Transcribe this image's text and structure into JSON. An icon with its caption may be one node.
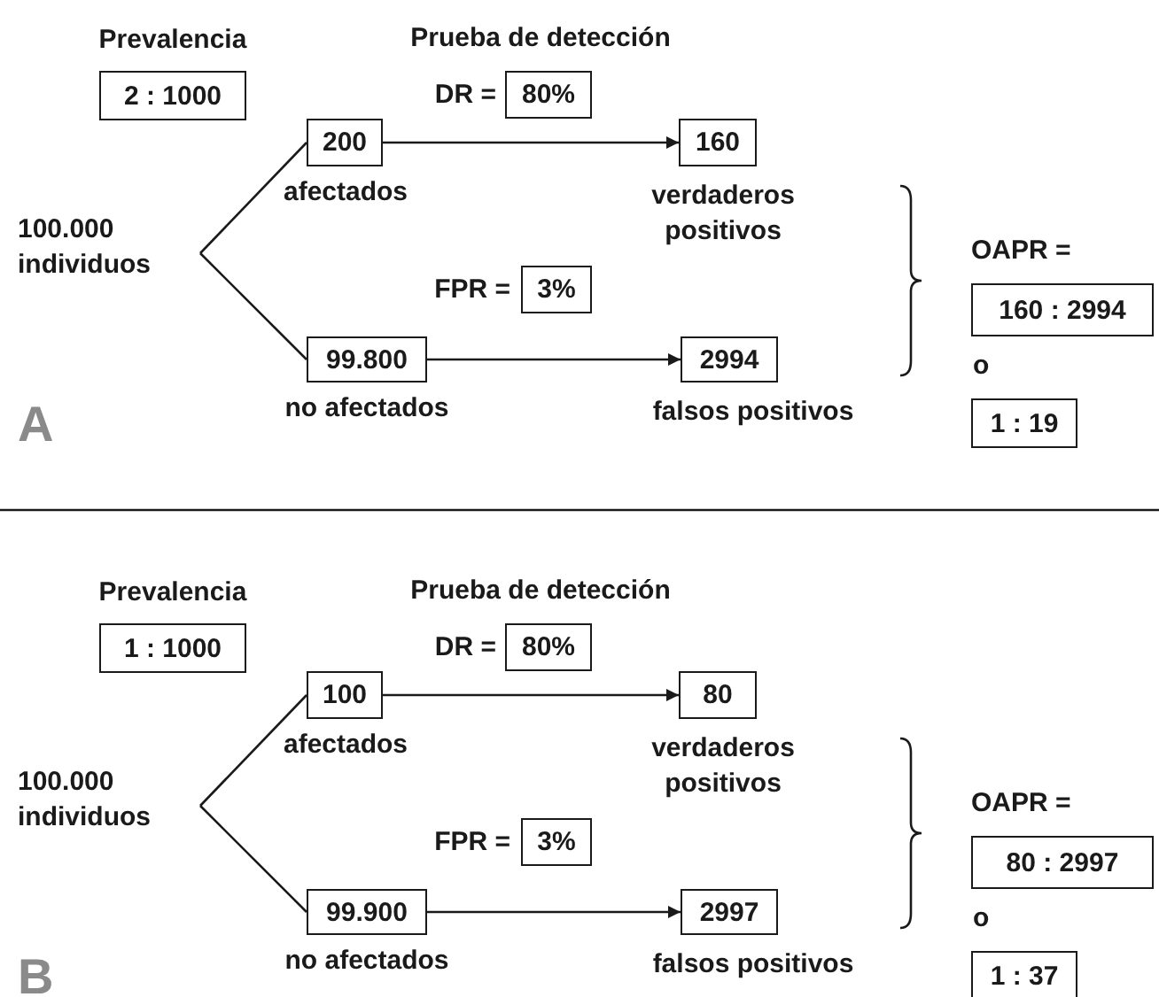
{
  "diagram": {
    "nodes": [
      {
        "text": [
          "Prevalencia",
          "2 : 1000"
        ]
      },
      {
        "text": [
          "80%"
        ],
        "beside": [
          "DR ="
        ]
      },
      {
        "text": [
          "200"
        ],
        "beside": [
          "afectados"
        ]
      },
      {
        "text": [
          "160"
        ],
        "beside": [
          "verdaderos positivos"
        ]
      },
      {
        "text": [
          "100.000 individuos"
        ]
      },
      {
        "text": [
          "3%"
        ],
        "beside": [
          "FPR ="
        ]
      },
      {
        "text": [
          "99.800"
        ],
        "beside": [
          "no afectados"
        ]
      },
      {
        "text": [
          "2994"
        ],
        "beside": [
          "falsos positivos"
        ]
      },
      {
        "text": [
          "160 : 2994"
        ],
        "beside": [
          "OAPR ="
        ]
      },
      {
        "text": [
          "1 : 19"
        ]
      },
      {
        "text": [
          "Prevalencia",
          "1 : 1000"
        ]
      },
      {
        "text": [
          "80%"
        ],
        "beside": [
          "DR ="
        ]
      },
      {
        "text": [
          "100"
        ],
        "beside": [
          "afectados"
        ]
      },
      {
        "text": [
          "80"
        ],
        "beside": [
          "verdaderos positivos"
        ]
      },
      {
        "text": [
          "100.000 individuos"
        ]
      },
      {
        "text": [
          "3%"
        ],
        "beside": [
          "FPR ="
        ]
      },
      {
        "text": [
          "99.900"
        ],
        "beside": [
          "no afectados"
        ]
      },
      {
        "text": [
          "2997"
        ],
        "beside": [
          "falsos positivos"
        ]
      },
      {
        "text": [
          "80 : 2997"
        ],
        "beside": [
          "OAPR ="
        ]
      },
      {
        "text": [
          "1 : 37"
        ]
      }
    ],
    "edges": [
      {
        "from": 4,
        "to": 2,
        "arrow": "none"
      },
      {
        "from": 4,
        "to": 6,
        "arrow": "none"
      },
      {
        "from": 2,
        "to": 3,
        "arrow": "to"
      },
      {
        "from": 6,
        "to": 7,
        "arrow": "to"
      },
      {
        "from": 14,
        "to": 12,
        "arrow": "none"
      },
      {
        "from": 14,
        "to": 16,
        "arrow": "none"
      },
      {
        "from": 12,
        "to": 13,
        "arrow": "to"
      },
      {
        "from": 16,
        "to": 17,
        "arrow": "to"
      }
    ],
    "labels": [
      "Prueba de detección",
      "o",
      "A",
      "Prueba de detección",
      "o",
      "B"
    ]
  }
}
